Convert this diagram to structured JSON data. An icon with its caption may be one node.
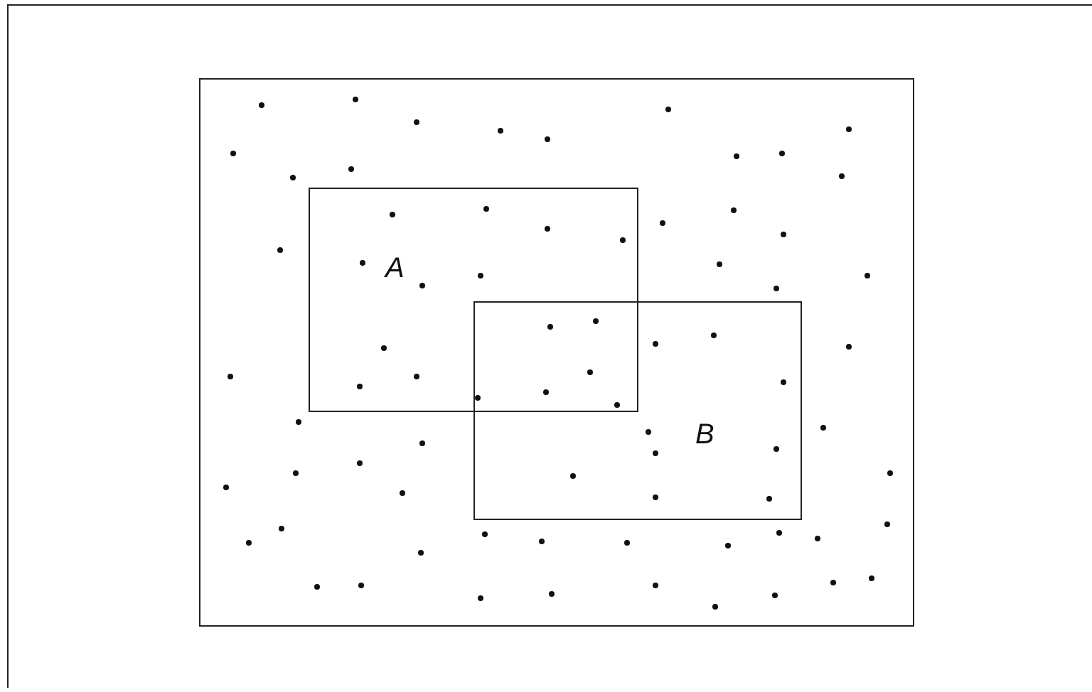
{
  "diagram": {
    "nodes": [
      {
        "text": [],
        "shape": "box"
      },
      {
        "text": [
          "A"
        ],
        "in": 0
      },
      {
        "text": [
          "B"
        ],
        "in": 0
      }
    ]
  }
}
